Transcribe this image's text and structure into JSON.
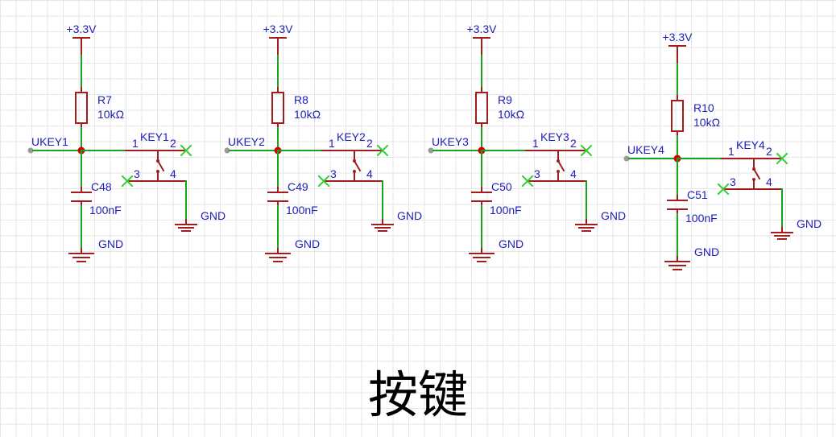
{
  "colors": {
    "wire": "#1aa31a",
    "component": "#a11d1d",
    "label": "#1d1db8",
    "junction": "#d40000",
    "noconnect": "#33cc33",
    "port": "#9a9a9a"
  },
  "circuits": [
    {
      "power": "+3.3V",
      "net": "UKEY1",
      "res_ref": "R7",
      "res_val": "10kΩ",
      "cap_ref": "C48",
      "cap_val": "100nF",
      "key": "KEY1",
      "pin1": "1",
      "pin2": "2",
      "pin3": "3",
      "pin4": "4",
      "gnd_key": "GND",
      "gnd_cap": "GND"
    },
    {
      "power": "+3.3V",
      "net": "UKEY2",
      "res_ref": "R8",
      "res_val": "10kΩ",
      "cap_ref": "C49",
      "cap_val": "100nF",
      "key": "KEY2",
      "pin1": "1",
      "pin2": "2",
      "pin3": "3",
      "pin4": "4",
      "gnd_key": "GND",
      "gnd_cap": "GND"
    },
    {
      "power": "+3.3V",
      "net": "UKEY3",
      "res_ref": "R9",
      "res_val": "10kΩ",
      "cap_ref": "C50",
      "cap_val": "100nF",
      "key": "KEY3",
      "pin1": "1",
      "pin2": "2",
      "pin3": "3",
      "pin4": "4",
      "gnd_key": "GND",
      "gnd_cap": "GND"
    },
    {
      "power": "+3.3V",
      "net": "UKEY4",
      "res_ref": "R10",
      "res_val": "10kΩ",
      "cap_ref": "C51",
      "cap_val": "100nF",
      "key": "KEY4",
      "pin1": "1",
      "pin2": "2",
      "pin3": "3",
      "pin4": "4",
      "gnd_key": "GND",
      "gnd_cap": "GND"
    }
  ],
  "title": "按键"
}
